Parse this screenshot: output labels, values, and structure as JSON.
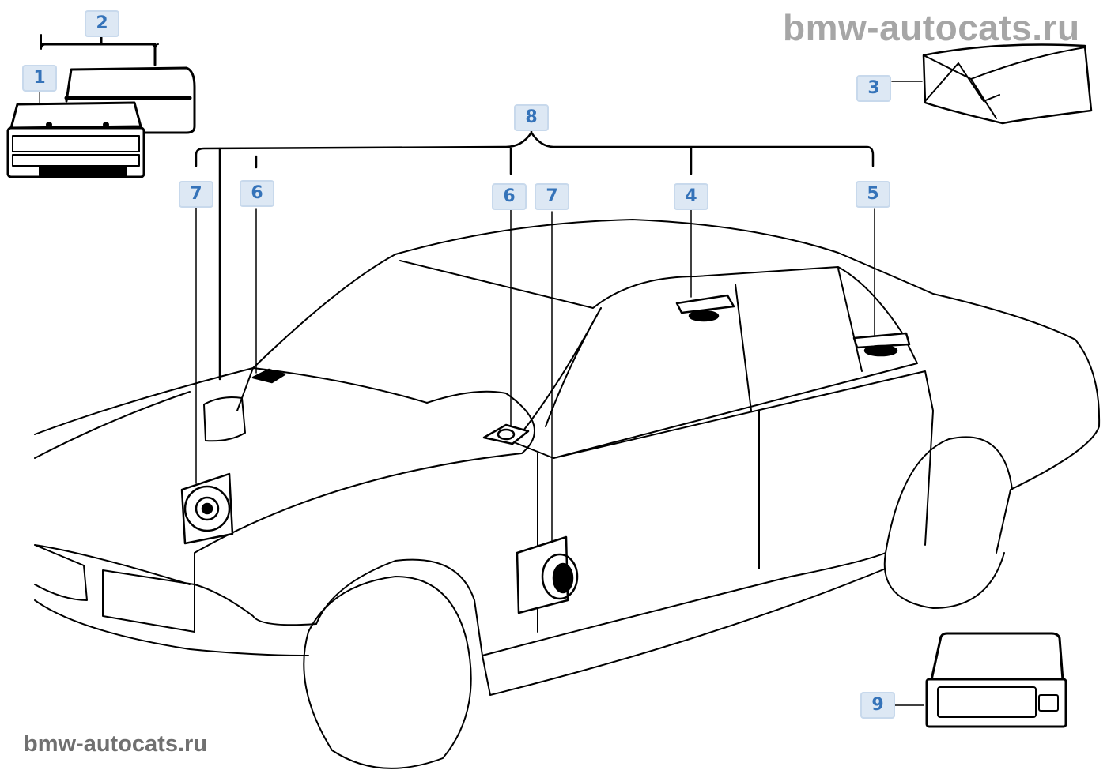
{
  "watermark_top": "bmw-autocats.ru",
  "watermark_bottom": "bmw-autocats.ru",
  "callouts": [
    {
      "number": "1",
      "part": "radio-unit"
    },
    {
      "number": "2",
      "part": "radio-set"
    },
    {
      "number": "3",
      "part": "amplifier-box"
    },
    {
      "number": "4",
      "part": "rear-door-speaker"
    },
    {
      "number": "5",
      "part": "rear-shelf-speaker"
    },
    {
      "number": "6",
      "part": "dash-tweeter-left"
    },
    {
      "number": "6",
      "part": "dash-tweeter-right"
    },
    {
      "number": "7",
      "part": "front-door-speaker-left"
    },
    {
      "number": "7",
      "part": "front-door-speaker-right"
    },
    {
      "number": "8",
      "part": "speaker-set"
    },
    {
      "number": "9",
      "part": "cd-changer"
    }
  ],
  "colors": {
    "callout_bg": "#dde8f4",
    "callout_text": "#3573b9",
    "line": "#000000"
  }
}
